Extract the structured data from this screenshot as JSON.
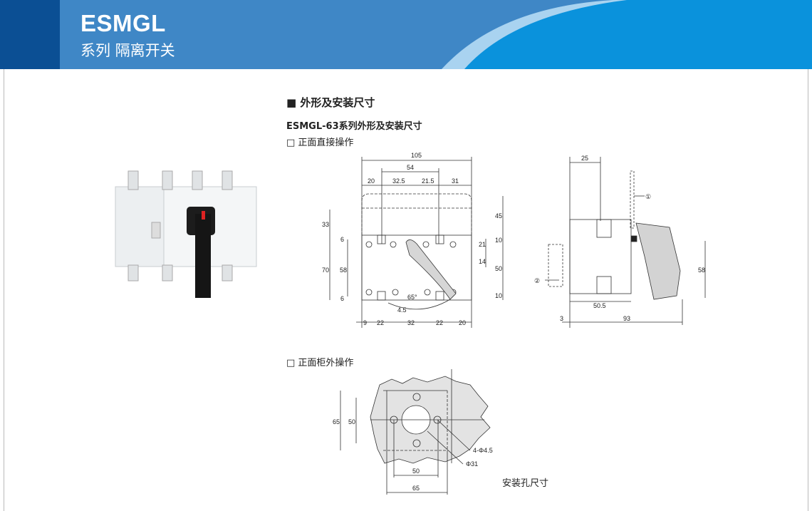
{
  "header": {
    "brand": "ESMGL",
    "subtitle": "系列 隔离开关",
    "colors": {
      "dark": "#0b4f94",
      "main": "#3f87c6",
      "bright": "#0a92dc"
    }
  },
  "section": {
    "title": "■ 外形及安装尺寸",
    "model_title": "ESMGL-63系列外形及安装尺寸",
    "front_direct": "□ 正面直接操作",
    "front_external": "□ 正面柜外操作",
    "mount_caption": "安装孔尺寸"
  },
  "front_view": {
    "top": [
      "105",
      "54",
      "20",
      "32.5",
      "21.5",
      "31"
    ],
    "left": [
      "33",
      "70",
      "58",
      "6",
      "6"
    ],
    "right": [
      "45",
      "10",
      "50",
      "10",
      "21",
      "14"
    ],
    "bottom": [
      "9",
      "22",
      "32",
      "22",
      "20"
    ],
    "misc": [
      "4.5",
      "65°"
    ]
  },
  "side_view": {
    "dims": [
      "25",
      "58",
      "50.5",
      "3",
      "93"
    ],
    "callouts": [
      "①",
      "②"
    ]
  },
  "mount_view": {
    "dims": [
      "65",
      "50",
      "50",
      "65"
    ],
    "holes": "4-Φ4.5",
    "center": "Φ31"
  }
}
